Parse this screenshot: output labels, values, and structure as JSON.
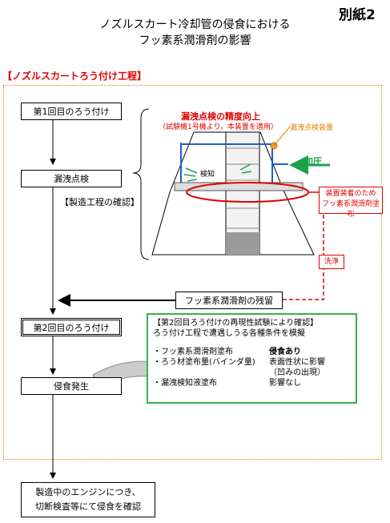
{
  "annex_label": "別紙2",
  "title_line1": "ノズルスカート冷却管の侵食における",
  "title_line2": "フッ素系潤滑剤の影響",
  "section_label": "【ノズルスカートろう付け工程】",
  "steps": {
    "first_braze": "第1回目のろう付け",
    "leak_check": "漏洩点検",
    "process_check": "【製造工程の確認】",
    "second_braze": "第2回目のろう付け",
    "erosion": "侵食発生",
    "final": [
      "製造中のエンジンにつき、",
      "切断検査等にて侵食を確認"
    ]
  },
  "leak_detail": {
    "heading": "漏洩点検の精度向上",
    "subheading": "（試験機1号機より，本装置を適用）",
    "device_label": "漏洩点検装置",
    "pressurize": "加圧",
    "detect": "検知",
    "lubricant_note": [
      "装置装着のため",
      "フッ素系潤滑剤塗布"
    ],
    "wash": "洗浄"
  },
  "residue_box": "フッ素系潤滑剤の残留",
  "reproduction": {
    "header1": "【第2回目ろう付けの再現性試験により確認】",
    "header2": "ろう付け工程で遭遇しうる各種条件を模擬",
    "items": [
      {
        "condition": "・フッ素系潤滑剤塗布",
        "result": "侵食あり"
      },
      {
        "condition": "・ろう材塗布量(バインダ量)",
        "result": "表面性状に影響"
      },
      {
        "condition": "",
        "result": "（凹みの出現）"
      },
      {
        "condition": "・漏洩検知液塗布",
        "result": "影響なし"
      }
    ]
  },
  "colors": {
    "accent_red": "#e00000",
    "panel_green": "#36b24a",
    "device_blue": "#1f5fc2",
    "frame_orange": "#e08000"
  }
}
